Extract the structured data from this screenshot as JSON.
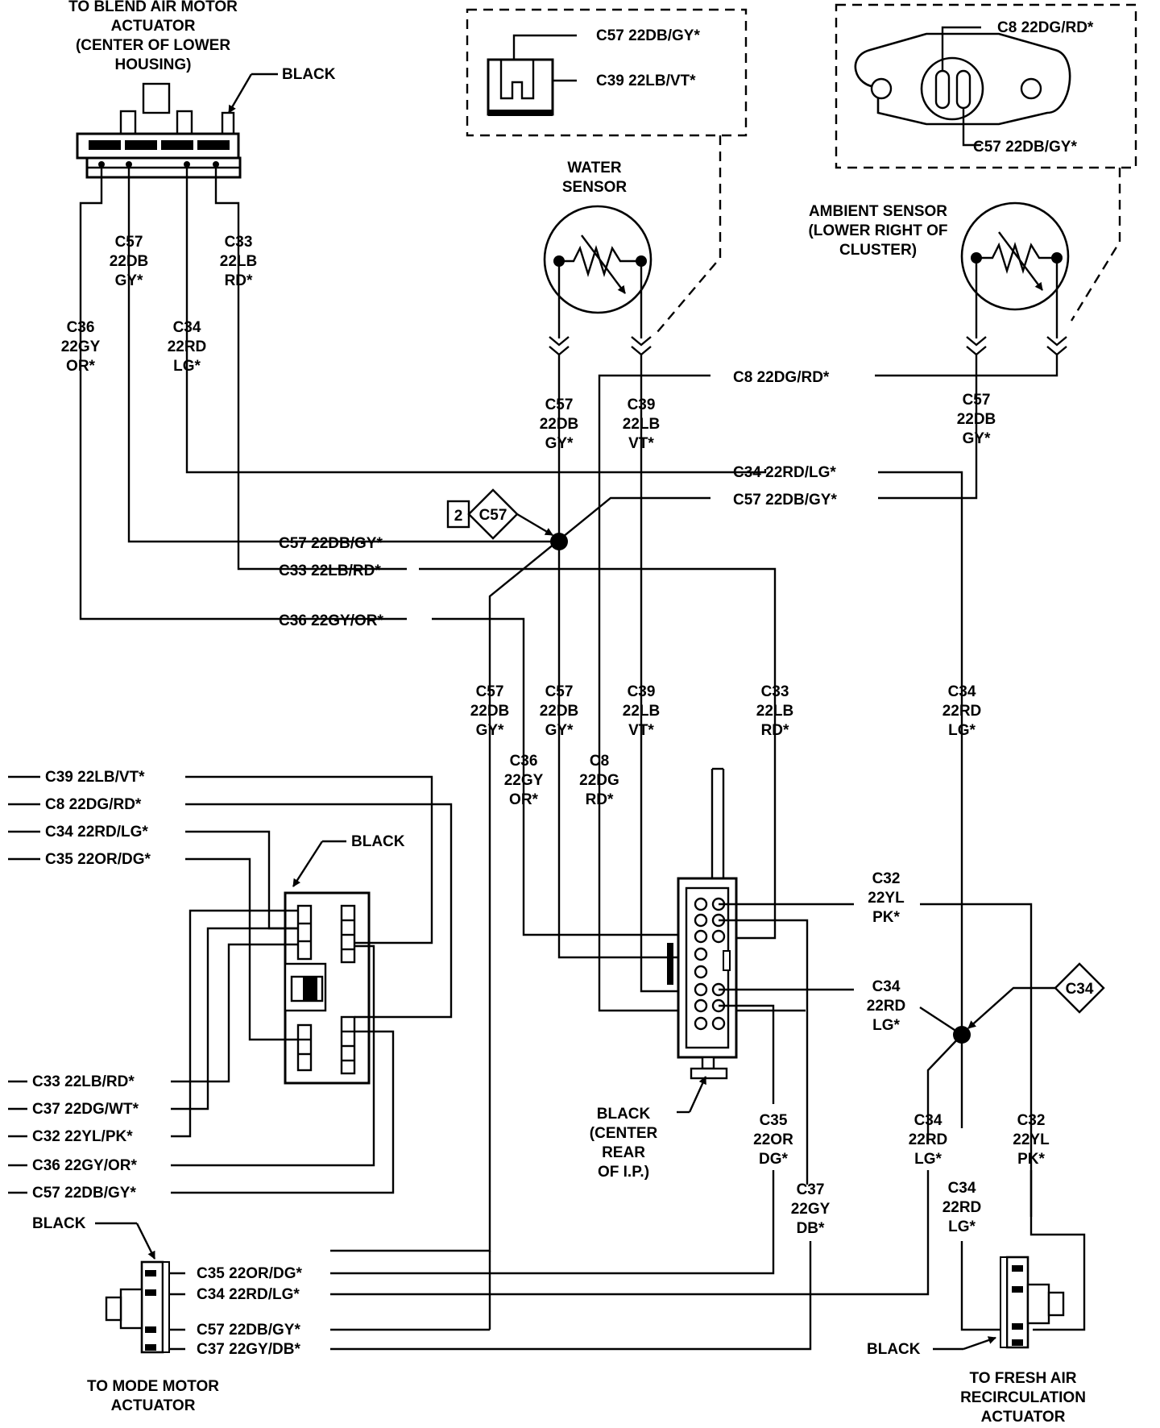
{
  "blend_actuator": {
    "title": [
      "TO BLEND AIR MOTOR",
      "ACTUATOR",
      "(CENTER OF LOWER",
      "HOUSING)"
    ],
    "black": "BLACK",
    "w_c57": [
      "C57",
      "22DB",
      "GY*"
    ],
    "w_c33": [
      "C33",
      "22LB",
      "RD*"
    ],
    "w_c36": [
      "C36",
      "22GY",
      "OR*"
    ],
    "w_c34": [
      "C34",
      "22RD",
      "LG*"
    ]
  },
  "water_sensor": {
    "title": [
      "WATER",
      "SENSOR"
    ],
    "conn1": "C57 22DB/GY*",
    "conn2": "C39 22LB/VT*",
    "w_c57": [
      "C57",
      "22DB",
      "GY*"
    ],
    "w_c39": [
      "C39",
      "22LB",
      "VT*"
    ]
  },
  "ambient_sensor": {
    "title": [
      "AMBIENT SENSOR",
      "(LOWER RIGHT OF",
      "CLUSTER)"
    ],
    "conn1": "C8 22DG/RD*",
    "conn2": "C57 22DB/GY*",
    "w_c57": [
      "C57",
      "22DB",
      "GY*"
    ]
  },
  "trunk": {
    "c8": "C8 22DG/RD*",
    "c34": "C34 22RD/LG*",
    "c57": "C57 22DB/GY*",
    "c57_left": "C57 22DB/GY*",
    "c33": "C33 22LB/RD*",
    "c36": "C36 22GY/OR*",
    "splice_num": "2",
    "splice_id": "C57",
    "splice2_id": "C34"
  },
  "vertical_labels": {
    "c57a": [
      "C57",
      "22DB",
      "GY*"
    ],
    "c57b": [
      "C57",
      "22DB",
      "GY*"
    ],
    "c39": [
      "C39",
      "22LB",
      "VT*"
    ],
    "c33": [
      "C33",
      "22LB",
      "RD*"
    ],
    "c34": [
      "C34",
      "22RD",
      "LG*"
    ],
    "c36": [
      "C36",
      "22GY",
      "OR*"
    ],
    "c8": [
      "C8",
      "22DG",
      "RD*"
    ],
    "c32": [
      "C32",
      "22YL",
      "PK*"
    ],
    "c34b": [
      "C34",
      "22RD",
      "LG*"
    ],
    "c35": [
      "C35",
      "22OR",
      "DG*"
    ],
    "c37": [
      "C37",
      "22GY",
      "DB*"
    ],
    "c34c": [
      "C34",
      "22RD",
      "LG*"
    ],
    "c32b": [
      "C32",
      "22YL",
      "PK*"
    ],
    "c34d": [
      "C34",
      "22RD",
      "LG*"
    ]
  },
  "left_connector": {
    "black": "BLACK",
    "top_wires": [
      "C39 22LB/VT*",
      "C8 22DG/RD*",
      "C34 22RD/LG*",
      "C35 22OR/DG*"
    ],
    "bottom_wires": [
      "C33 22LB/RD*",
      "C37 22DG/WT*",
      "C32 22YL/PK*",
      "C36 22GY/OR*",
      "C57 22DB/GY*"
    ]
  },
  "center_connector": {
    "label": [
      "BLACK",
      "(CENTER",
      "REAR",
      "OF I.P.)"
    ]
  },
  "mode_actuator": {
    "black": "BLACK",
    "wires": [
      "C35 22OR/DG*",
      "C34 22RD/LG*",
      "C57 22DB/GY*",
      "C37 22GY/DB*"
    ],
    "title": [
      "TO MODE MOTOR",
      "ACTUATOR"
    ]
  },
  "fresh_air_actuator": {
    "black": "BLACK",
    "title": [
      "TO FRESH AIR",
      "RECIRCULATION",
      "ACTUATOR"
    ]
  }
}
